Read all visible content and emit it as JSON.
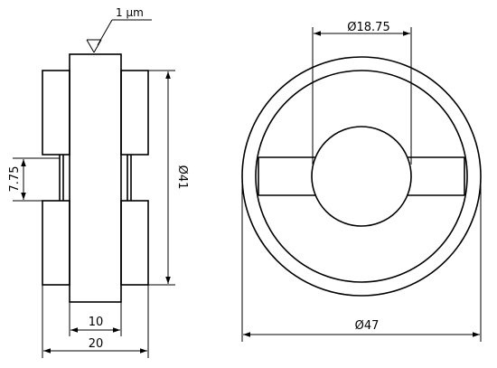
{
  "side_view": {
    "roughness_label": "1 µm",
    "dim_height_label": "7.75",
    "dim_diameter_label": "Ø41",
    "dim_inner_width_label": "10",
    "dim_total_width_label": "20"
  },
  "front_view": {
    "dim_bore_label": "Ø18.75",
    "dim_outer_label": "Ø47"
  },
  "colors": {
    "line": "#000000",
    "background": "#ffffff"
  }
}
